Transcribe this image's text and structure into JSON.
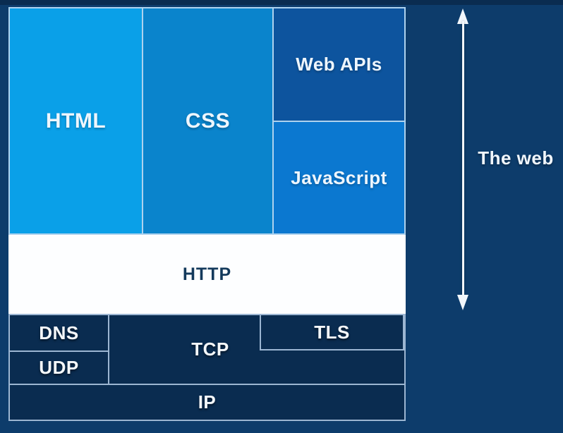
{
  "background": {
    "color": "#0d3c6b",
    "top_strip_color": "#0a2c50"
  },
  "diagram": {
    "title_implicit": "Web technology stack",
    "web_layer": {
      "html": {
        "label": "HTML",
        "color": "#0aa0e8"
      },
      "css": {
        "label": "CSS",
        "color": "#0a84cc"
      },
      "web_apis": {
        "label": "Web APIs",
        "color": "#0d549e"
      },
      "javascript": {
        "label": "JavaScript",
        "color": "#0b78d0"
      }
    },
    "http_layer": {
      "http": {
        "label": "HTTP",
        "color": "#fdfeff",
        "text_color": "#143a5c"
      }
    },
    "network_layers": {
      "block_color": "#0a2c50",
      "border_color": "#9cb6d2",
      "dns": {
        "label": "DNS"
      },
      "udp": {
        "label": "UDP"
      },
      "tcp": {
        "label": "TCP"
      },
      "tls": {
        "label": "TLS"
      },
      "ip": {
        "label": "IP"
      }
    },
    "annotation": {
      "label": "The web",
      "arrow": "double-headed-vertical",
      "arrow_color": "#f2f7fc"
    }
  }
}
